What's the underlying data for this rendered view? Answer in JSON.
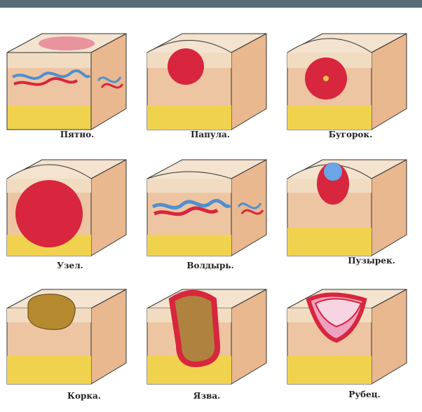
{
  "header_color": "#5a6b78",
  "colors": {
    "epidermis": "#f1dcc1",
    "dermis": "#e9b88f",
    "fat": "#f1d24e",
    "lesion": "#d7263d",
    "vessel_blue": "#4f8fd0",
    "vessel_red": "#d7263d"
  },
  "captions": [
    "Пятно.",
    "Папула.",
    "Бугорок.",
    "Узел.",
    "Волдырь.",
    "Пузырек.",
    "Корка.",
    "Язва.",
    "Рубец."
  ]
}
